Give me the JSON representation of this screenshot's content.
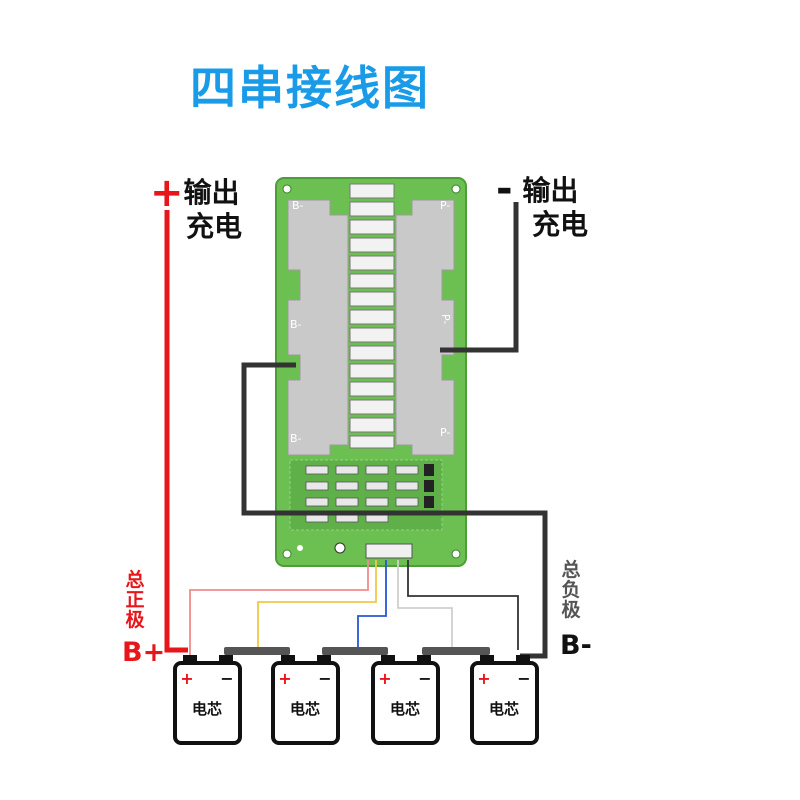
{
  "title": "四串接线图",
  "top_left": {
    "sign": "+",
    "line1": "输出",
    "line2": "充电"
  },
  "top_right": {
    "sign": "-",
    "line1": "输出",
    "line2": "充电"
  },
  "left_side": {
    "vertical": "总正极",
    "terminal": "B+"
  },
  "right_side": {
    "vertical": "总负极",
    "terminal": "B-"
  },
  "board_pads": {
    "b1": "B-",
    "b2": "B-",
    "b3": "B-",
    "p1": "P-",
    "p2": "P-",
    "p3": "P-"
  },
  "cells": [
    {
      "label": "电芯",
      "plus": "+",
      "minus": "−"
    },
    {
      "label": "电芯",
      "plus": "+",
      "minus": "−"
    },
    {
      "label": "电芯",
      "plus": "+",
      "minus": "−"
    },
    {
      "label": "电芯",
      "plus": "+",
      "minus": "−"
    }
  ],
  "colors": {
    "title": "#1a9be8",
    "positive": "#e8161b",
    "negative": "#1a1a1a",
    "board": "#6cc052",
    "pad": "#c9c9c9"
  }
}
